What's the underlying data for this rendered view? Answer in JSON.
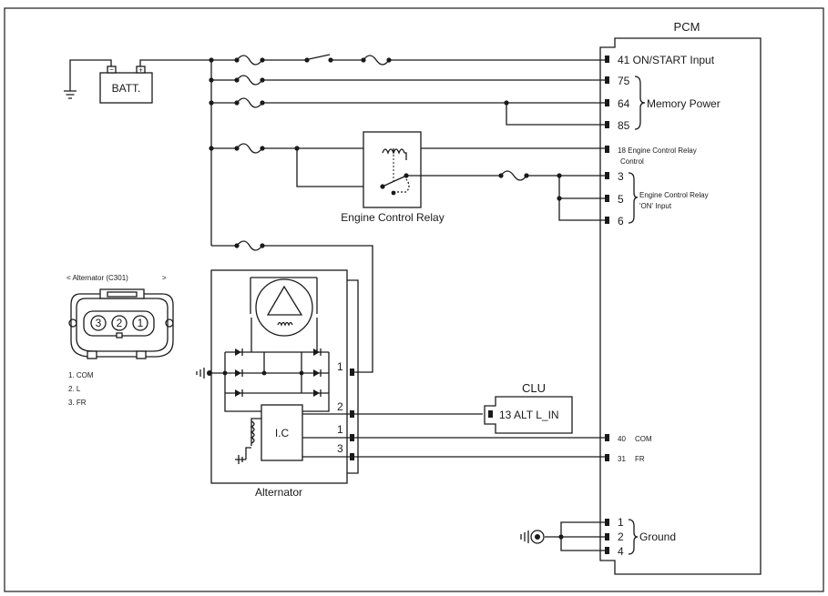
{
  "pcm": {
    "title": "PCM",
    "pins": {
      "p41": "41 ON/START Input",
      "p75": "75",
      "p64": "64",
      "p85": "85",
      "p18": "18 Engine Control Relay",
      "p18b": "Control",
      "p3": "3",
      "p5": "5",
      "p6": "6",
      "p40": "40",
      "p40name": "COM",
      "p31": "31",
      "p31name": "FR",
      "g1": "1",
      "g2": "2",
      "g4": "4"
    },
    "groups": {
      "memory_power": "Memory Power",
      "ecr_on_input_1": "Engine Control Relay",
      "ecr_on_input_2": "'ON' Input",
      "ground": "Ground"
    }
  },
  "battery": {
    "label": "BATT."
  },
  "relay": {
    "label": "Engine Control Relay"
  },
  "alternator": {
    "label": "Alternator",
    "ic": "I.C",
    "pins": {
      "p1": "1",
      "p2": "2",
      "p3": "3"
    }
  },
  "clu": {
    "title": "CLU",
    "pin": "13 ALT L_IN"
  },
  "connector": {
    "title": "< Alternator (C301)",
    "title_end": ">",
    "pins": [
      "3",
      "2",
      "1"
    ],
    "legend": [
      "1.  COM",
      "2. L",
      "3. FR"
    ]
  }
}
